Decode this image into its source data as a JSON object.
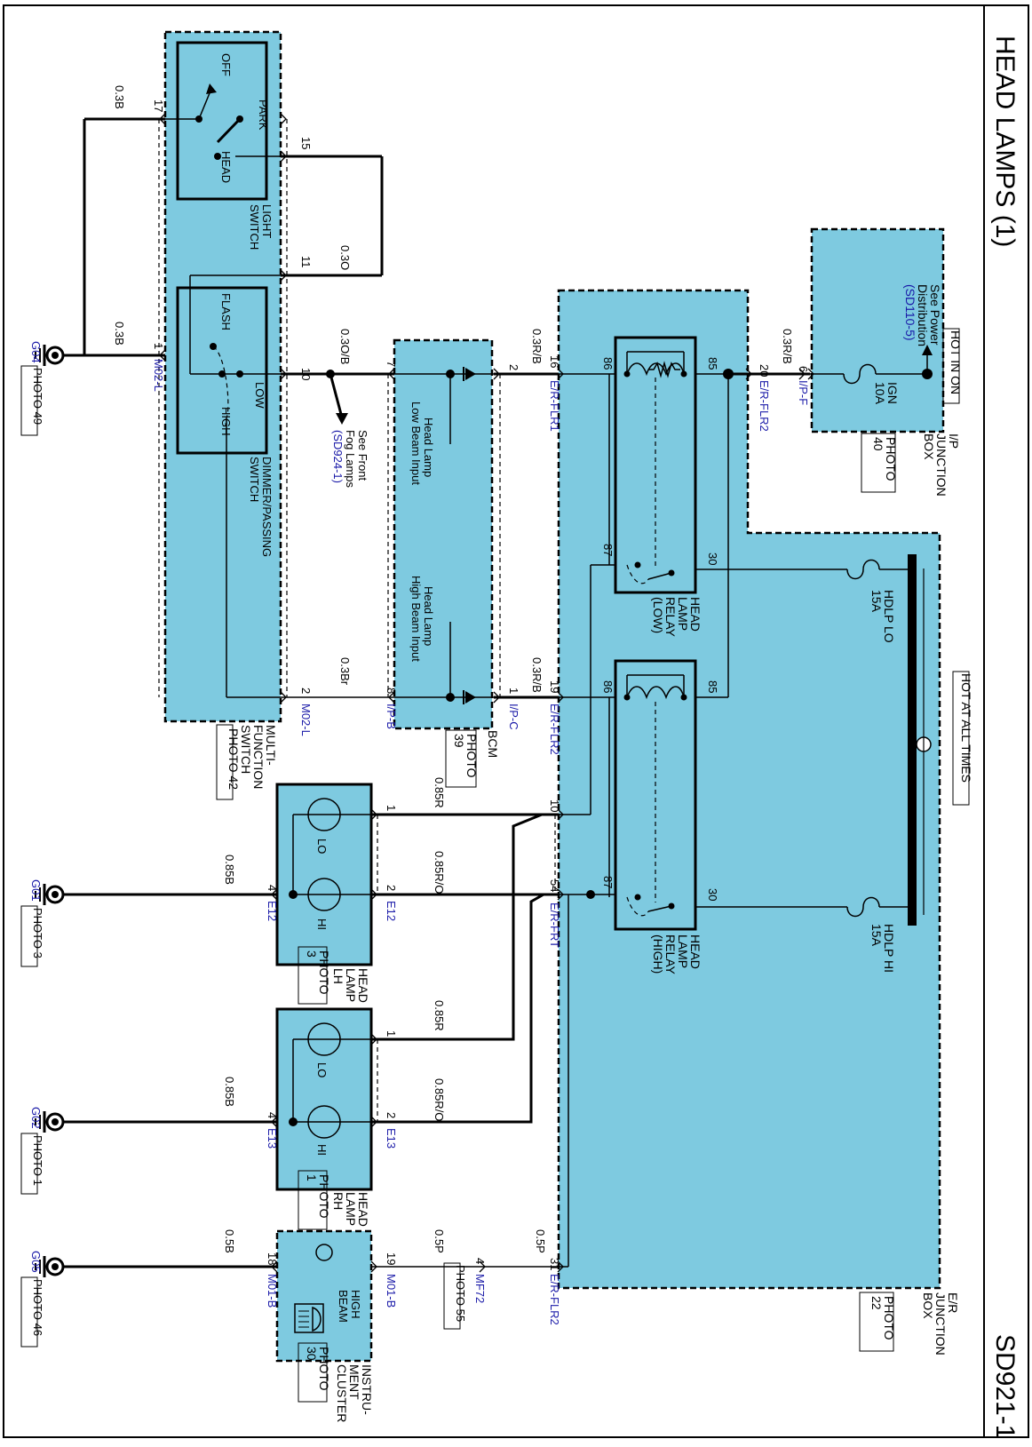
{
  "header": {
    "title": "HEAD LAMPS (1)",
    "page_id": "SD921-1"
  },
  "power": {
    "hot_in_on": "HOT IN ON",
    "hot_at_all_times": "HOT AT ALL TIMES",
    "see_power_1": "See Power",
    "see_power_2": "Distribution",
    "see_power_ref": "(SD110-5)",
    "ign_fuse_name": "IGN",
    "ign_fuse_rating": "10A",
    "hdlp_lo_name": "HDLP LO",
    "hdlp_lo_rating": "15A",
    "hdlp_hi_name": "HDLP HI",
    "hdlp_hi_rating": "15A"
  },
  "components": {
    "ip_jb_1": "I/P",
    "ip_jb_2": "JUNCTION",
    "ip_jb_3": "BOX",
    "ip_jb_photo_1": "PHOTO",
    "ip_jb_photo_2": "40",
    "er_jb_1": "E/R",
    "er_jb_2": "JUNCTION",
    "er_jb_3": "BOX",
    "er_jb_photo_1": "PHOTO",
    "er_jb_photo_2": "22",
    "relay_low_1": "HEAD",
    "relay_low_2": "LAMP",
    "relay_low_3": "RELAY",
    "relay_low_4": "(LOW)",
    "relay_high_1": "HEAD",
    "relay_high_2": "LAMP",
    "relay_high_3": "RELAY",
    "relay_high_4": "(HIGH)",
    "bcm": "BCM",
    "bcm_photo_1": "PHOTO",
    "bcm_photo_2": "39",
    "bcm_low_1": "Head Lamp",
    "bcm_low_2": "Low Beam Input",
    "bcm_high_1": "Head Lamp",
    "bcm_high_2": "High Beam Input",
    "light_switch_1": "LIGHT",
    "light_switch_2": "SWITCH",
    "dimmer_1": "DIMMER/PASSING",
    "dimmer_2": "SWITCH",
    "mfs_1": "MULTI-",
    "mfs_2": "FUNCTION",
    "mfs_3": "SWITCH",
    "mfs_photo": "PHOTO 42",
    "off": "OFF",
    "park": "PARK",
    "head": "HEAD",
    "flash": "FLASH",
    "low": "LOW",
    "high": "HIGH",
    "see_front_1": "See Front",
    "see_front_2": "Fog Lamps",
    "see_front_ref": "(SD924-1)",
    "lh_1": "HEAD",
    "lh_2": "LAMP",
    "lh_3": "LH",
    "lh_photo_1": "PHOTO",
    "lh_photo_2": "3",
    "rh_1": "HEAD",
    "rh_2": "LAMP",
    "rh_3": "RH",
    "rh_photo_1": "PHOTO",
    "rh_photo_2": "1",
    "lo": "LO",
    "hi": "HI",
    "cluster_1": "INSTRU-",
    "cluster_2": "MENT",
    "cluster_3": "CLUSTER",
    "cluster_photo_1": "PHOTO",
    "cluster_photo_2": "30",
    "high_beam_1": "HIGH",
    "high_beam_2": "BEAM",
    "mf72_photo": "PHOTO 55"
  },
  "grounds": {
    "g04": "G04",
    "g04_photo": "PHOTO 49",
    "g01": "G01",
    "g01_photo": "PHOTO 3",
    "g02": "G02",
    "g02_photo": "PHOTO 1",
    "g05": "G05",
    "g05_photo": "PHOTO 46"
  },
  "connectors": {
    "ip_f": "I/P-F",
    "er_flr2": "E/R-FLR2",
    "er_flr1": "E/R-FLR1",
    "er_frt": "E/R-FRT",
    "ip_c": "I/P-C",
    "ip_b": "I/P-B",
    "m02l": "M02-L",
    "e12": "E12",
    "e13": "E13",
    "mf72": "MF72",
    "m01b": "M01-B"
  },
  "wires": {
    "w_03b": "0.3B",
    "w_03o": "0.3O",
    "w_03ob": "0.3O/B",
    "w_03rb": "0.3R/B",
    "w_03br": "0.3Br",
    "w_085r": "0.85R",
    "w_085ro": "0.85R/O",
    "w_085b": "0.85B",
    "w_05p": "0.5P",
    "w_05b": "0.5B"
  },
  "pins": {
    "p6": "6",
    "p20": "20",
    "p16": "16",
    "p19": "19",
    "p10": "10",
    "p54": "54",
    "p31": "31",
    "p2": "2",
    "p7": "7",
    "p8": "8",
    "p1": "1",
    "p4": "4",
    "p17": "17",
    "p15": "15",
    "p11": "11",
    "p18": "18",
    "p85": "85",
    "p86": "86",
    "p87": "87",
    "p30": "30"
  }
}
